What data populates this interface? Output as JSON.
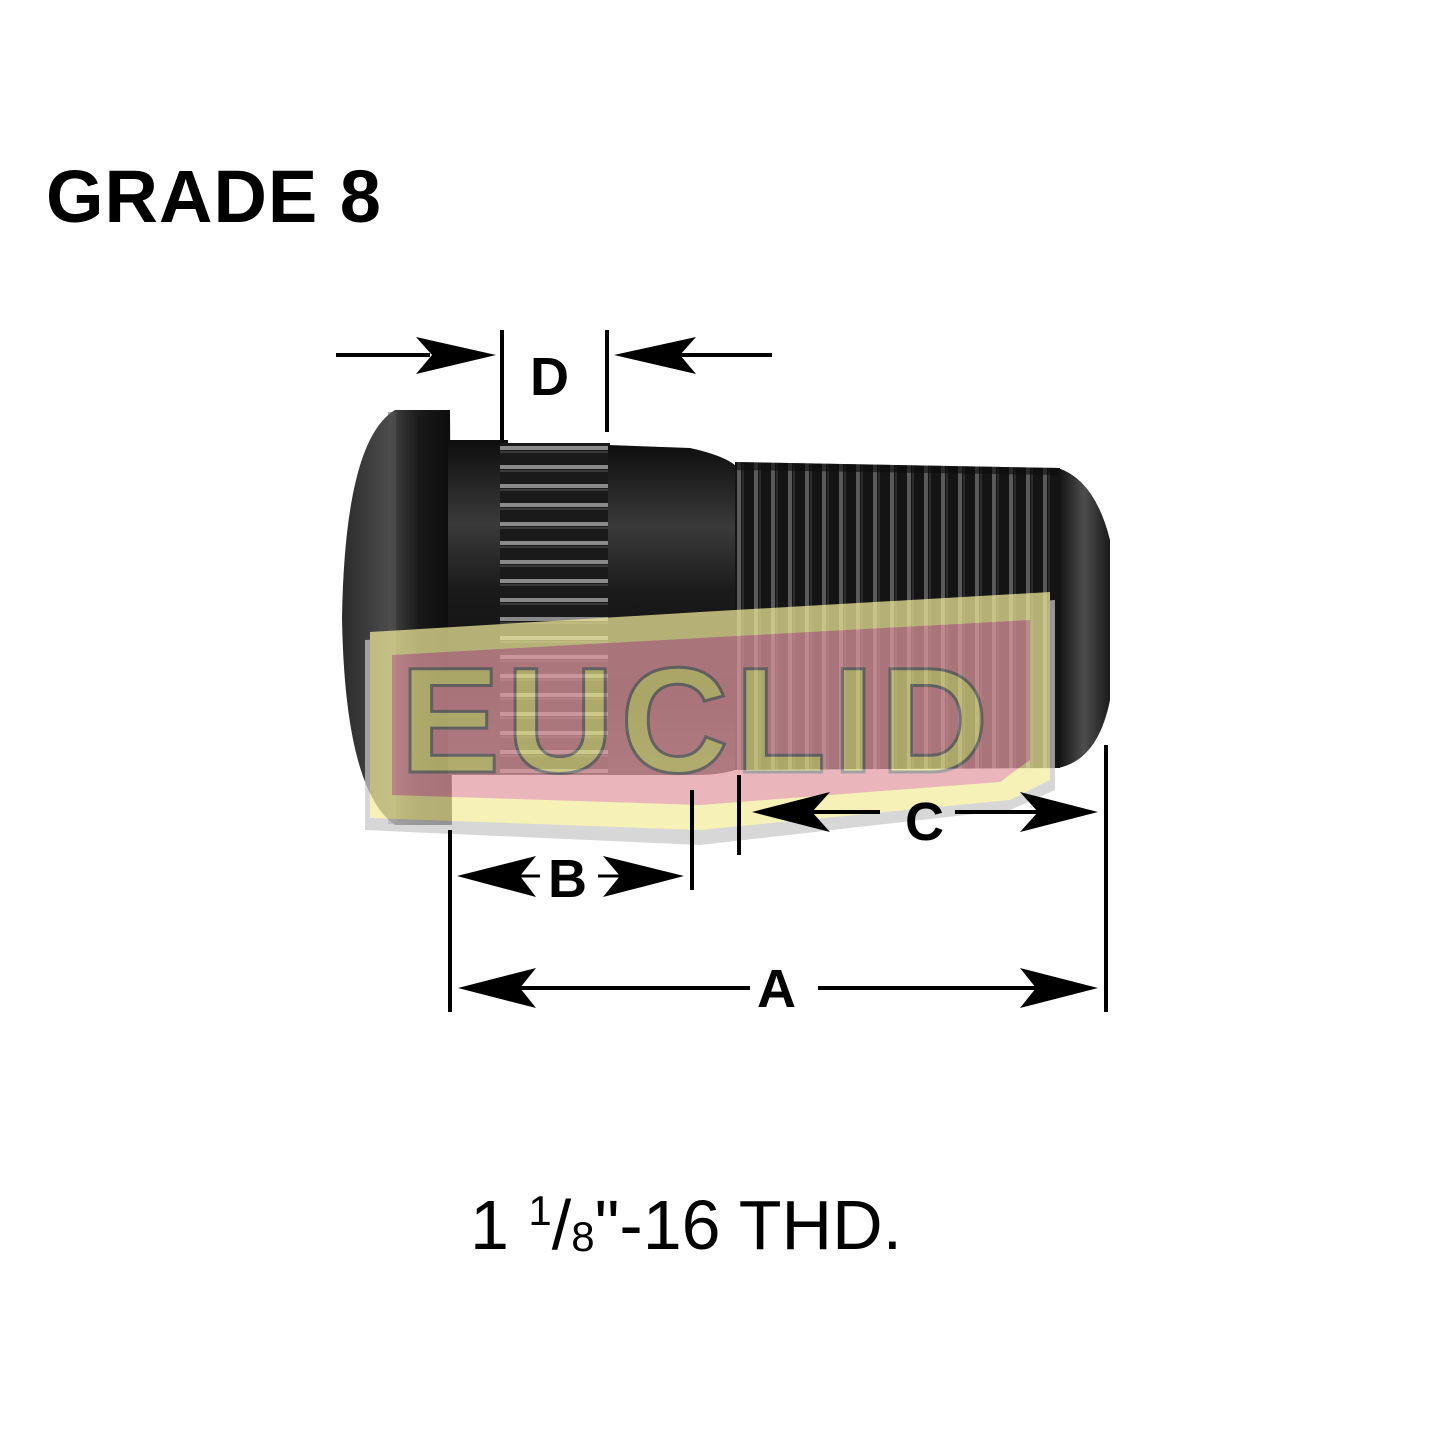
{
  "header": {
    "title": "GRADE 8"
  },
  "diagram": {
    "subject": "wheel stud",
    "dimensions": {
      "A": "A",
      "B": "B",
      "C": "C",
      "D": "D"
    },
    "watermark": {
      "text": "EUCLID",
      "colors": {
        "outer": "#f5f0a8",
        "band": "#e7a0a8",
        "letters": "#e9e59a",
        "shadow": "#c8c8c8"
      }
    },
    "colors": {
      "stud_body": "#1b1b1b",
      "stud_highlight": "#6a6a6a",
      "lines": "#000000"
    }
  },
  "footer": {
    "thread_whole": "1",
    "thread_frac_num": "1",
    "thread_frac_den": "8",
    "thread_rest": "\"-16 THD."
  }
}
